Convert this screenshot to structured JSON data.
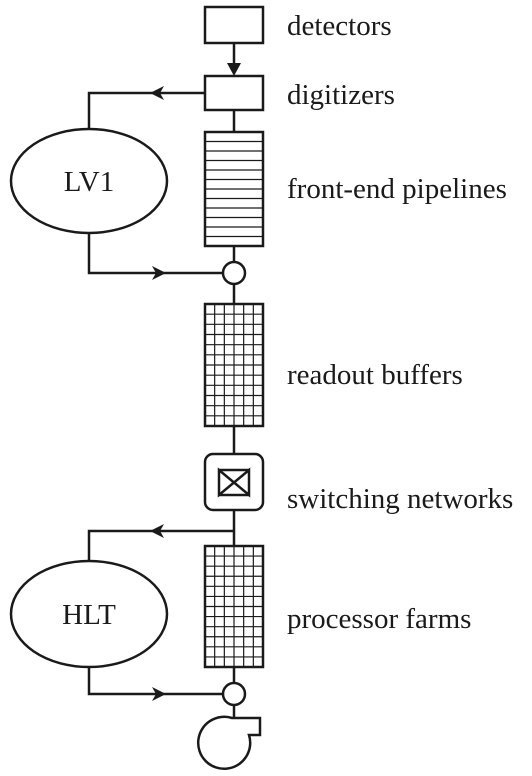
{
  "labels": {
    "detectors": "detectors",
    "digitizers": "digitizers",
    "front_end_pipelines": "front-end pipelines",
    "readout_buffers": "readout buffers",
    "switching_networks": "switching networks",
    "processor_farms": "processor farms"
  },
  "nodes": {
    "lv1": "LV1",
    "hlt": "HLT"
  }
}
